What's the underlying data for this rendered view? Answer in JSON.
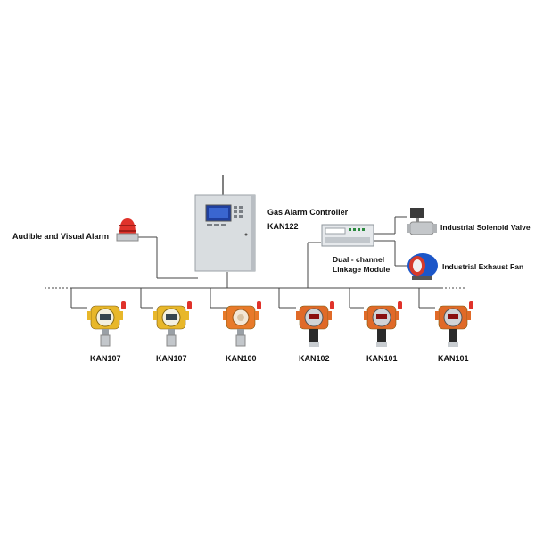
{
  "labels": {
    "audible_visual_alarm": "Audible and Visual Alarm",
    "controller_name": "Gas Alarm Controller",
    "controller_model": "KAN122",
    "linkage_module_line1": "Dual - channel",
    "linkage_module_line2": "Linkage Module",
    "solenoid_valve": "Industrial Solenoid Valve",
    "exhaust_fan": "Industrial Exhaust Fan"
  },
  "detectors": [
    {
      "model": "KAN107",
      "color": "#e8b72a"
    },
    {
      "model": "KAN107",
      "color": "#e8b72a"
    },
    {
      "model": "KAN100",
      "color": "#e87a2a"
    },
    {
      "model": "KAN102",
      "color": "#e06a28"
    },
    {
      "model": "KAN101",
      "color": "#e06a28"
    },
    {
      "model": "KAN101",
      "color": "#e06a28"
    }
  ],
  "colors": {
    "wire": "#444444",
    "controller_body": "#d9dde0",
    "controller_screen": "#1f3f9e",
    "alarm_beacon": "#e0322a",
    "fan_body": "#1c56c8"
  }
}
